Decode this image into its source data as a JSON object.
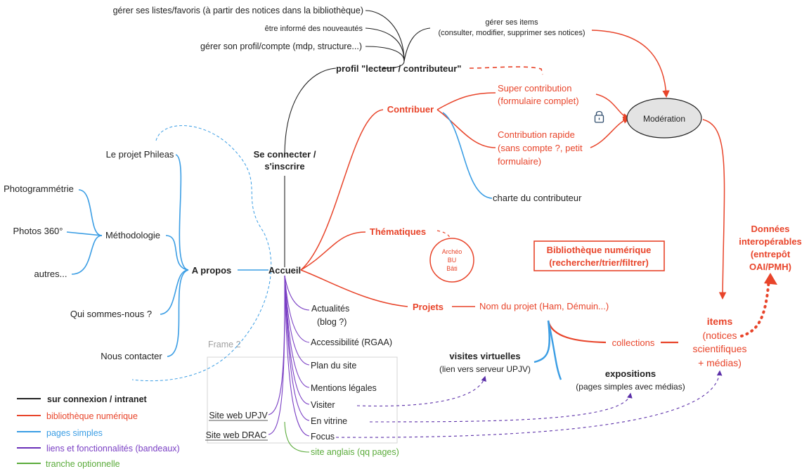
{
  "colors": {
    "black": "#222222",
    "orange": "#e8442a",
    "blue": "#3a9de4",
    "purple": "#7a3fc4",
    "green": "#5aab3a",
    "gray": "#9a9a9a"
  },
  "top": {
    "listes": "gérer ses listes/favoris (à partir des notices dans la bibliothèque)",
    "nouveautes": "être informé des nouveautés",
    "profil_compte": "gérer son profil/compte  (mdp, structure...)",
    "items_l1": "gérer ses items",
    "items_l2": "(consulter, modifier, supprimer ses notices)",
    "profil": "profil \"lecteur / contributeur\""
  },
  "center": {
    "connect_l1": "Se connecter /",
    "connect_l2": "s'inscrire",
    "accueil": "Accueil"
  },
  "apropos": {
    "label": "A propos",
    "projet": "Le projet Phileas",
    "methodologie": "Méthodologie",
    "photogrammetrie": "Photogrammétrie",
    "photos360": "Photos 360°",
    "autres": "autres...",
    "qui": "Qui sommes-nous ?",
    "contact": "Nous contacter"
  },
  "contribuer": {
    "label": "Contribuer",
    "super_l1": "Super contribution",
    "super_l2": "(formulaire complet)",
    "rapide_l1": "Contribution rapide",
    "rapide_l2": "(sans compte ?, petit",
    "rapide_l3": "formulaire)",
    "charte": "charte du contributeur",
    "moderation": "Modération",
    "lock_icon": "lock-icon"
  },
  "thematiques": {
    "label": "Thématiques",
    "t1": "Archéo",
    "t2": "BU",
    "t3": "Bâti"
  },
  "bibliotheque": {
    "l1": "Bibliothèque numérique",
    "l2": "(rechercher/trier/filtrer)"
  },
  "donnees": {
    "l1": "Données",
    "l2": "interopérables",
    "l3": "(entrepôt",
    "l4": "OAI/PMH)"
  },
  "projets": {
    "label": "Projets",
    "nom": "Nom du projet (Ham, Démuin...)",
    "collections": "collections",
    "visites_l1": "visites virtuelles",
    "visites_l2": "(lien vers serveur UPJV)",
    "expo_l1": "expositions",
    "expo_l2": "(pages simples avec médias)"
  },
  "items": {
    "l1": "items",
    "l2": "(notices",
    "l3": "scientifiques",
    "l4": "+ médias)"
  },
  "pages": {
    "actualites_l1": "Actualités",
    "actualites_l2": "(blog ?)",
    "accessibilite": "Accessibilité (RGAA)",
    "plan": "Plan du site",
    "mentions": "Mentions légales",
    "visiter": "Visiter",
    "vitrine": "En vitrine",
    "focus": "Focus",
    "anglais": "site anglais (qq pages)"
  },
  "frame": {
    "title": "Frame 2",
    "upjv": "Site web UPJV",
    "drac": "Site web DRAC"
  },
  "legend": {
    "connexion": "sur connexion / intranet",
    "bibliotheque": "bibliothèque numérique",
    "pages": "pages simples",
    "liens": "liens et fonctionnalités (bandeaux)",
    "tranche": "tranche optionnelle"
  }
}
